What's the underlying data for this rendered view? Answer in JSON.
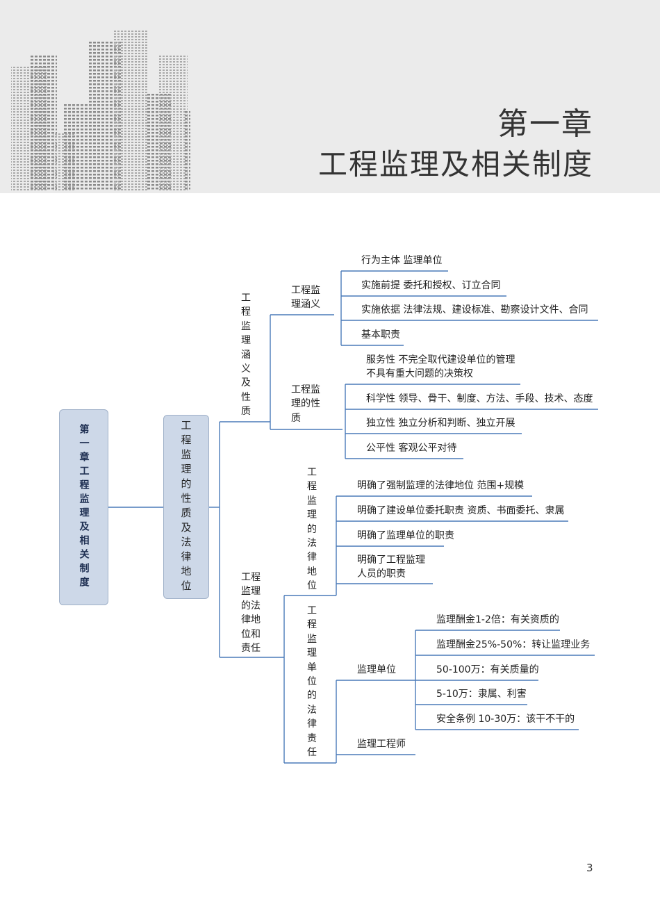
{
  "header": {
    "chapter_number": "第一章",
    "chapter_title": "工程监理及相关制度"
  },
  "mindmap": {
    "root": "第一章工程监理及相关制度",
    "level1": "工程监理的性质及法律地位",
    "branch_a": {
      "label": "工程监理涵义及性质",
      "meaning": {
        "label_1": "工程监",
        "label_2": "理涵义",
        "items": [
          "行为主体 监理单位",
          "实施前提 委托和授权、订立合同",
          "实施依据  法律法规、建设标准、勘察设计文件、合同",
          "基本职责"
        ]
      },
      "nature": {
        "label_1": "工程监",
        "label_2": "理的性",
        "label_3": "质",
        "service_1": "服务性 不完全取代建设单位的管理",
        "service_2": "不具有重大问题的决策权",
        "items": [
          "科学性   领导、骨干、制度、方法、手段、技术、态度",
          "独立性 独立分析和判断、独立开展",
          "公平性  客观公平对待"
        ]
      }
    },
    "branch_b": {
      "label_1": "工程",
      "label_2": "监理",
      "label_3": "的法",
      "label_4": "律地",
      "label_5": "位和",
      "label_6": "责任",
      "legal_status": {
        "label": "工程监理的法律地位",
        "items": [
          "明确了强制监理的法律地位  范围+规模",
          "明确了建设单位委托职责  资质、书面委托、隶属",
          "明确了监理单位的职责"
        ],
        "item4_1": "明确了工程监理",
        "item4_2": "人员的职责"
      },
      "legal_liability": {
        "label": "工程监理单位的法律责任",
        "unit": {
          "label": "监理单位",
          "items": [
            "监理酬金1-2倍：有关资质的",
            "监理酬金25%-50%：转让监理业务",
            "50-100万：有关质量的",
            "5-10万：隶属、利害",
            "安全条例 10-30万：该干不干的"
          ]
        },
        "engineer": "监理工程师"
      }
    }
  },
  "page_number": "3"
}
